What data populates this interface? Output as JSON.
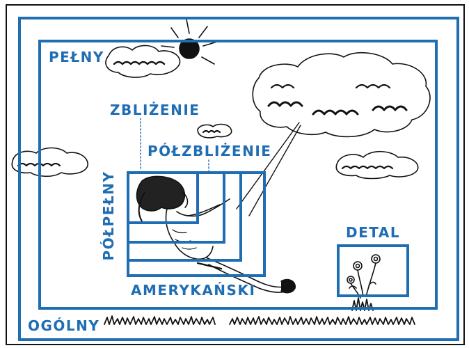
{
  "accent_color": "#1f6db3",
  "ink_color": "#111111",
  "labels": {
    "ogolny": "OGÓLNY",
    "pelny": "PEŁNY",
    "zblizenie": "ZBLIŻENIE",
    "polzblizenie": "PÓŁZBLIŻENIE",
    "polpelny": "PÓŁPEŁNY",
    "amerykanski": "AMERYKAŃSKI",
    "detal": "DETAL"
  },
  "icons": [
    "sun-icon",
    "cloud-icon",
    "girl-on-swing-drawing",
    "flower-icon",
    "grass-icon"
  ]
}
